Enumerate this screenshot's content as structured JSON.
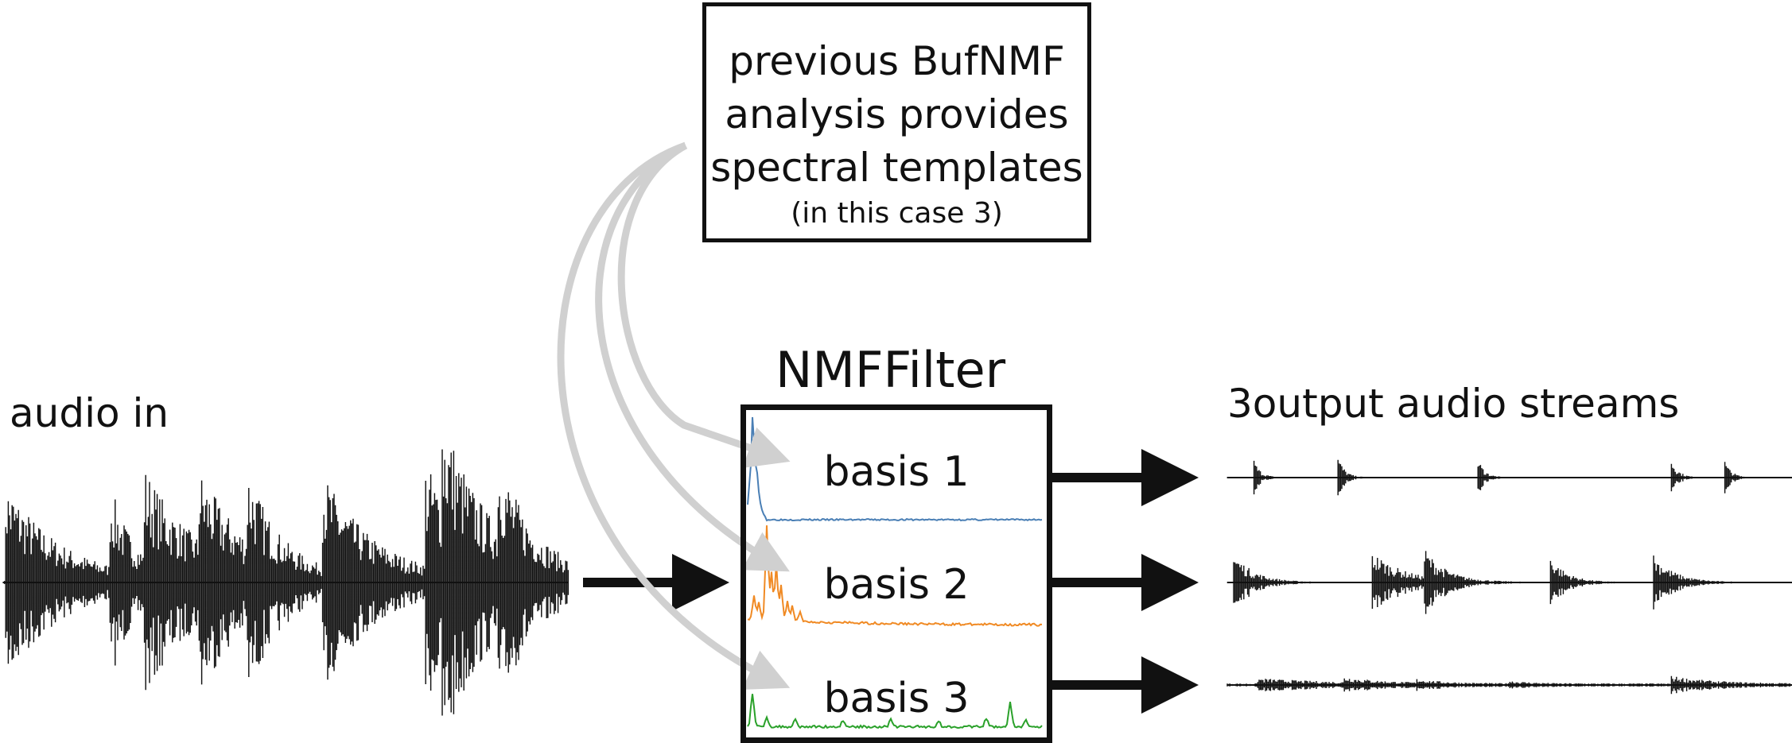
{
  "input_label": "audio in",
  "note": {
    "lines": [
      "previous BufNMF",
      "analysis provides",
      "spectral templates"
    ],
    "sub": "(in this case 3)"
  },
  "filter": {
    "title": "NMFFilter",
    "bases": [
      {
        "label": "basis 1",
        "color": "#4a7fb5"
      },
      {
        "label": "basis 2",
        "color": "#f08a24"
      },
      {
        "label": "basis 3",
        "color": "#2aa12a"
      }
    ]
  },
  "output_label": "3output audio streams",
  "colors": {
    "ink": "#111111",
    "curve_arrow": "#d0d0d0"
  }
}
